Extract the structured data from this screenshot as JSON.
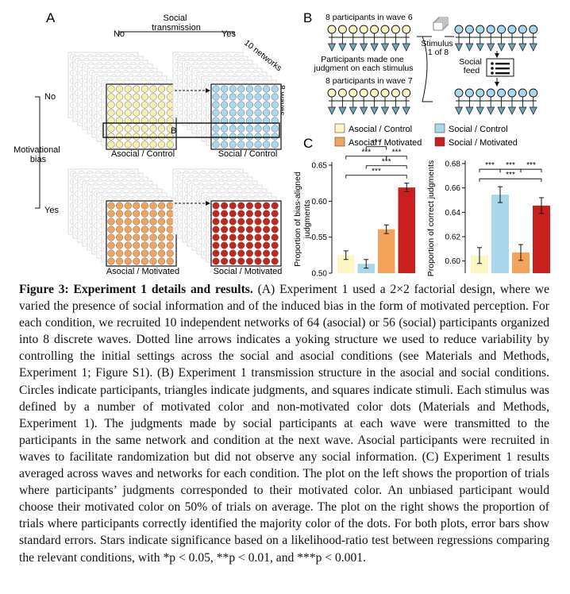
{
  "panelA": {
    "label": "A",
    "social_header": "Social\ntransmission",
    "social_no": "No",
    "social_yes": "Yes",
    "networks_label": "10 networks",
    "waves_label": "8 waves",
    "motivational_label": "Motivational\nbias",
    "motivational_no": "No",
    "motivational_yes": "Yes",
    "b_marker": "B",
    "conditions": {
      "asocial_control": "Asocial / Control",
      "social_control": "Social / Control",
      "asocial_motivated": "Asocial / Motivated",
      "social_motivated": "Social / Motivated"
    },
    "colors": {
      "yellow": "#f5f0b0",
      "blue": "#a9d7ec",
      "orange": "#f4a45a",
      "red": "#c0281e",
      "stack": "#cfcfcf"
    }
  },
  "panelB": {
    "label": "B",
    "wave6": "8 participants in wave 6",
    "judgment_note": "Participants made one\njudgment on each stimulus",
    "stimulus": "Stimulus\n1 of 8",
    "social_feed": "Social\nfeed",
    "wave7": "8 participants in wave 7"
  },
  "panelC": {
    "label": "C",
    "legend": [
      {
        "name": "Asocial / Control",
        "color": "#fbf6c4"
      },
      {
        "name": "Social / Control",
        "color": "#a9d7ec"
      },
      {
        "name": "Asocial / Motivated",
        "color": "#f4a45a"
      },
      {
        "name": "Social / Motivated",
        "color": "#c8201e"
      }
    ]
  },
  "chart_data": [
    {
      "type": "bar",
      "ylabel": "Proportion of bias-aligned\njudgments",
      "ylim": [
        0.5,
        0.65
      ],
      "yticks": [
        "0.50",
        "0.55",
        "0.60",
        "0.65"
      ],
      "categories": [
        "Asocial / Control",
        "Social / Control",
        "Asocial / Motivated",
        "Social / Motivated"
      ],
      "values": [
        0.525,
        0.513,
        0.561,
        0.619
      ],
      "errors": [
        0.006,
        0.006,
        0.006,
        0.006
      ],
      "significance": [
        {
          "pair": [
            0,
            3
          ],
          "label": "***"
        },
        {
          "pair": [
            1,
            3
          ],
          "label": "***"
        },
        {
          "pair": [
            2,
            3
          ],
          "label": "***"
        },
        {
          "pair": [
            0,
            2
          ],
          "label": "***"
        },
        {
          "pair": [
            1,
            2
          ],
          "label": "***"
        }
      ]
    },
    {
      "type": "bar",
      "ylabel": "Proportion of correct judgments",
      "ylim": [
        0.59,
        0.68
      ],
      "yticks": [
        "0.60",
        "0.62",
        "0.64",
        "0.66",
        "0.68"
      ],
      "categories": [
        "Asocial / Control",
        "Social / Control",
        "Asocial / Motivated",
        "Social / Motivated"
      ],
      "values": [
        0.6045,
        0.6545,
        0.607,
        0.6455
      ],
      "errors": [
        0.0065,
        0.0065,
        0.0065,
        0.0065
      ],
      "significance": [
        {
          "pair": [
            0,
            3
          ],
          "label": "***"
        },
        {
          "pair": [
            0,
            1
          ],
          "label": "***"
        },
        {
          "pair": [
            1,
            2
          ],
          "label": "***"
        },
        {
          "pair": [
            2,
            3
          ],
          "label": "***"
        }
      ]
    }
  ],
  "caption": {
    "title": "Figure 3: Experiment 1 details and results.",
    "body": " (A) Experiment 1 used a 2×2 factorial design, where we varied the presence of social information and of the induced bias in the form of motivated perception. For each condition, we recruited 10 independent networks of 64 (asocial) or 56 (social) participants organized into 8 discrete waves. Dotted line arrows indicates a yoking structure we used to reduce variability by controlling the initial settings across the social and asocial conditions (see Materials and Methods, Experiment 1; Figure S1). (B) Experiment 1 transmission structure in the asocial and social conditions. Circles indicate participants, triangles indicate judgments, and squares indicate stimuli. Each stimulus was defined by a number of motivated color and non-motivated color dots (Materials and Methods, Experiment 1). The judgments made by social participants at each wave were transmitted to the participants in the same network and condition at the next wave. Asocial participants were recruited in waves to facilitate randomization but did not observe any social information. (C) Experiment 1 results averaged across waves and networks for each condition. The plot on the left shows the proportion of trials where participants’ judgments corresponded to their motivated color. An unbiased participant would choose their motivated color on 50% of trials on average. The plot on the right shows the proportion of trials where participants correctly identified the majority color of the dots. For both plots, error bars show standard errors. Stars indicate significance based on a likelihood-ratio test between regressions comparing the relevant conditions, with *p < 0.05, **p < 0.01, and ***p < 0.001."
  }
}
